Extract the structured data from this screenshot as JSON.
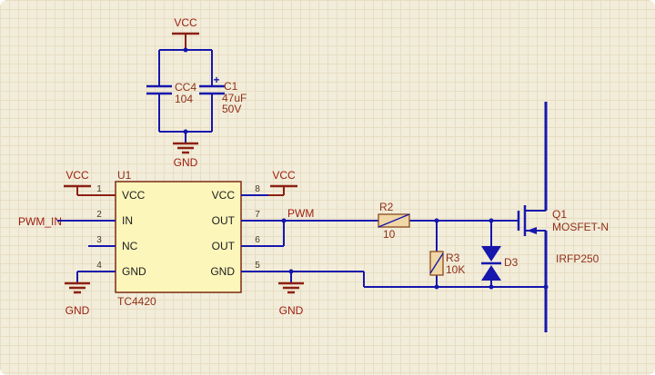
{
  "canvas": {
    "bg_color": "#f2ecda",
    "grid_color": "#e7ddc2",
    "wire_color": "#1617ad",
    "power_symbol_color": "#8c2012",
    "net_label_color": "#9c1c0e",
    "component_label_color": "#8f3018",
    "ic_fill_color": "#fcf6bb"
  },
  "net_labels": {
    "vcc": "VCC",
    "gnd": "GND",
    "pwm_in": "PWM_IN",
    "pwm": "PWM"
  },
  "components": {
    "cc4": {
      "refdes": "CC4",
      "value": "104"
    },
    "c1": {
      "refdes": "C1",
      "polarity": "+",
      "value": "47uF",
      "rating": "50V"
    },
    "u1": {
      "refdes": "U1",
      "part": "TC4420",
      "pins_left": [
        {
          "num": "1",
          "name": "VCC"
        },
        {
          "num": "2",
          "name": "IN"
        },
        {
          "num": "3",
          "name": "NC"
        },
        {
          "num": "4",
          "name": "GND"
        }
      ],
      "pins_right": [
        {
          "num": "8",
          "name": "VCC"
        },
        {
          "num": "7",
          "name": "OUT"
        },
        {
          "num": "6",
          "name": "OUT"
        },
        {
          "num": "5",
          "name": "GND"
        }
      ]
    },
    "r2": {
      "refdes": "R2",
      "value": "10"
    },
    "r3": {
      "refdes": "R3",
      "value": "10K"
    },
    "d3": {
      "refdes": "D3"
    },
    "q1": {
      "refdes": "Q1",
      "symbol": "MOSFET-N",
      "part": "IRFP250"
    }
  }
}
